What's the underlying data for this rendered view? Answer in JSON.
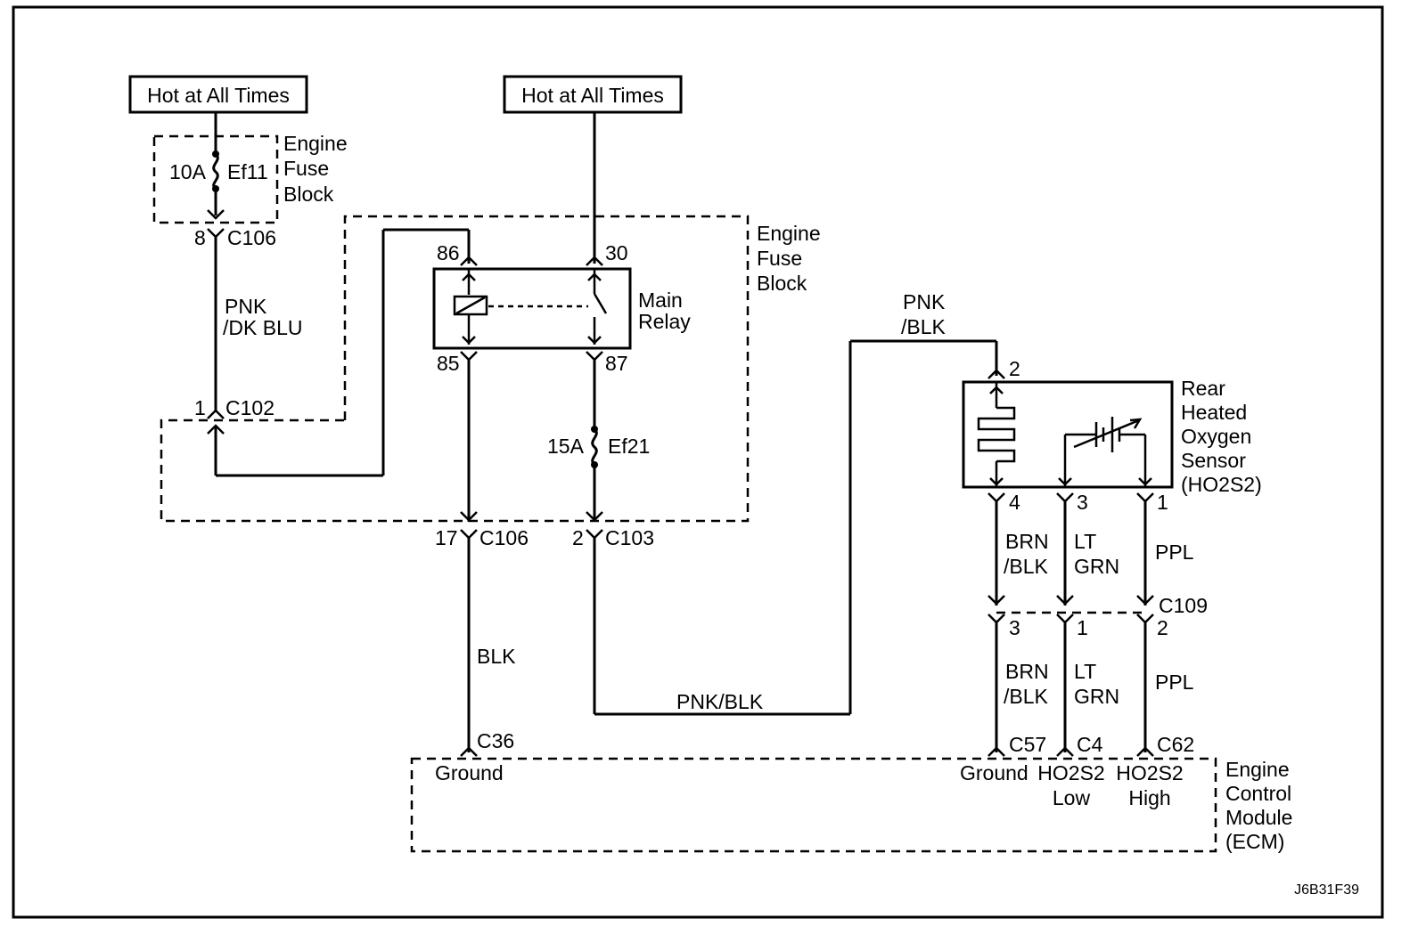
{
  "diagram_id": "J6B31F39",
  "power_sources": [
    {
      "label": "Hot at All Times"
    },
    {
      "label": "Hot at All Times"
    }
  ],
  "fuse_block_top": {
    "line1": "Engine",
    "line2": "Fuse",
    "line3": "Block"
  },
  "fuse_ef11": {
    "rating": "10A",
    "name": "Ef11"
  },
  "engine_fuse_block": {
    "line1": "Engine",
    "line2": "Fuse",
    "line3": "Block"
  },
  "main_relay": {
    "line1": "Main",
    "line2": "Relay",
    "pins": {
      "p86": "86",
      "p30": "30",
      "p85": "85",
      "p87": "87"
    }
  },
  "fuse_ef21": {
    "rating": "15A",
    "name": "Ef21"
  },
  "connectors": {
    "c106_top": {
      "pin": "8",
      "name": "C106"
    },
    "c102": {
      "pin": "1",
      "name": "C102"
    },
    "c106_bottom": {
      "pin": "17",
      "name": "C106"
    },
    "c103": {
      "pin": "2",
      "name": "C103"
    },
    "c36": {
      "name": "C36"
    },
    "c109": {
      "name": "C109"
    },
    "c57": {
      "name": "C57"
    },
    "c4": {
      "name": "C4"
    },
    "c62": {
      "name": "C62"
    }
  },
  "wires": {
    "pnk_dk_blu": {
      "line1": "PNK",
      "line2": "/DK BLU"
    },
    "blk": "BLK",
    "pnk_blk_bottom": "PNK/BLK",
    "pnk_blk_top": {
      "line1": "PNK",
      "line2": "/BLK"
    },
    "brn_blk_upper": {
      "line1": "BRN",
      "line2": "/BLK"
    },
    "lt_grn_upper": {
      "line1": "LT",
      "line2": "GRN"
    },
    "ppl_upper": "PPL",
    "brn_blk_lower": {
      "line1": "BRN",
      "line2": "/BLK"
    },
    "lt_grn_lower": {
      "line1": "LT",
      "line2": "GRN"
    },
    "ppl_lower": "PPL"
  },
  "sensor": {
    "line1": "Rear",
    "line2": "Heated",
    "line3": "Oxygen",
    "line4": "Sensor",
    "line5": "(HO2S2)",
    "pins": {
      "p2": "2",
      "p4": "4",
      "p3": "3",
      "p1": "1"
    }
  },
  "c109_pins": {
    "p3": "3",
    "p1": "1",
    "p2": "2"
  },
  "ecm": {
    "line1": "Engine",
    "line2": "Control",
    "line3": "Module",
    "line4": "(ECM)",
    "ground_left": "Ground",
    "ground_right": "Ground",
    "ho2s2_low": {
      "line1": "HO2S2",
      "line2": "Low"
    },
    "ho2s2_high": {
      "line1": "HO2S2",
      "line2": "High"
    }
  }
}
